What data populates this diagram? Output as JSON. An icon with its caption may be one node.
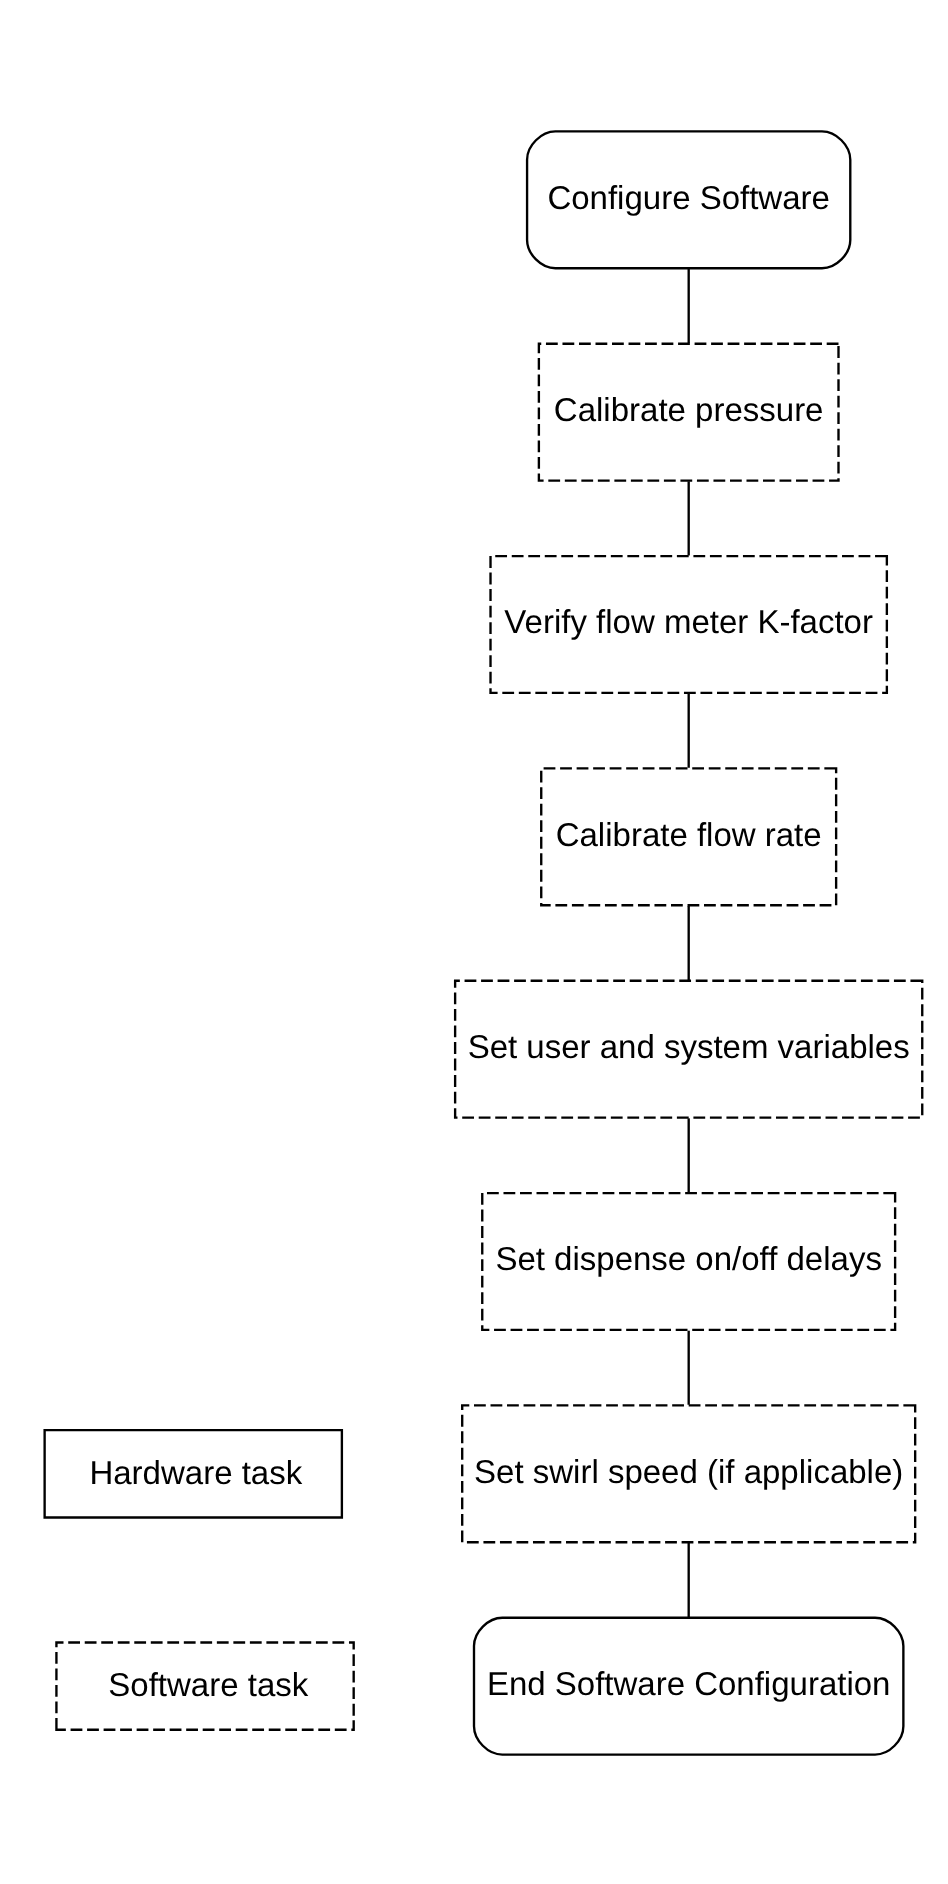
{
  "diagram": {
    "nodes": [
      {
        "text": [
          "Configure Software"
        ]
      },
      {
        "text": [
          "Calibrate pressure"
        ]
      },
      {
        "text": [
          "Verify flow meter K-factor"
        ]
      },
      {
        "text": [
          "Calibrate flow rate"
        ]
      },
      {
        "text": [
          "Set user and system variables"
        ]
      },
      {
        "text": [
          "Set dispense on/off delays"
        ]
      },
      {
        "text": [
          "Set swirl speed (if applicable)"
        ]
      },
      {
        "text": [
          "End Software Configuration"
        ]
      }
    ],
    "edges": [
      {
        "from": 0,
        "to": 1,
        "arrow": "none"
      },
      {
        "from": 1,
        "to": 2,
        "arrow": "none"
      },
      {
        "from": 2,
        "to": 3,
        "arrow": "none"
      },
      {
        "from": 3,
        "to": 4,
        "arrow": "none"
      },
      {
        "from": 4,
        "to": 5,
        "arrow": "none"
      },
      {
        "from": 5,
        "to": 6,
        "arrow": "none"
      },
      {
        "from": 6,
        "to": 7,
        "arrow": "none"
      }
    ],
    "legend": [
      {
        "text": "Hardware task"
      },
      {
        "text": "Software task"
      }
    ]
  }
}
